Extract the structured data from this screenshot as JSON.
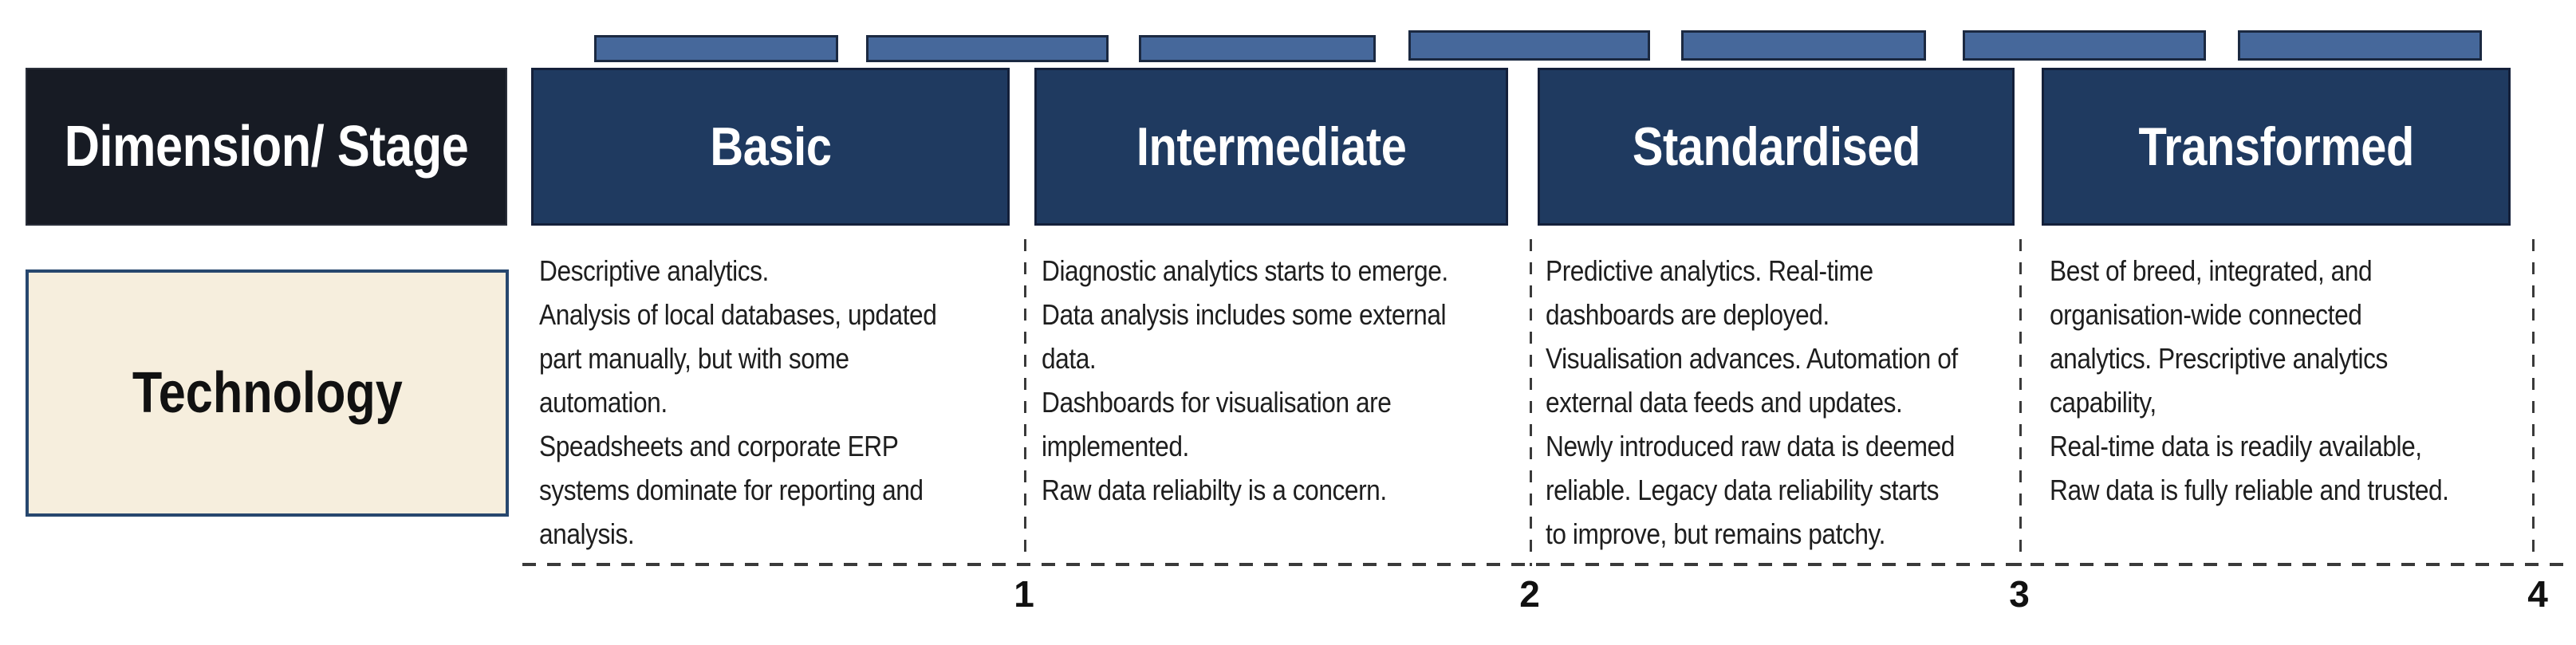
{
  "table": {
    "corner_label": "Dimension/ Stage",
    "stages": [
      {
        "label": "Basic"
      },
      {
        "label": "Intermediate"
      },
      {
        "label": "Standardised"
      },
      {
        "label": "Transformed"
      }
    ],
    "row": {
      "label": "Technology",
      "cells": [
        {
          "text": "Descriptive analytics.\nAnalysis of local databases, updated\npart manually, but with some\nautomation.\nSpeadsheets and corporate ERP\nsystems dominate for reporting and\nanalysis."
        },
        {
          "text": "Diagnostic analytics starts to emerge.\nData analysis includes some external\ndata.\nDashboards for visualisation are\nimplemented.\nRaw data reliabilty is a concern."
        },
        {
          "text": "Predictive analytics. Real-time\ndashboards are deployed.\nVisualisation advances. Automation of\nexternal data feeds and updates.\nNewly introduced raw data is deemed\nreliable. Legacy data reliability starts\nto improve, but remains patchy."
        },
        {
          "text": "Best of breed, integrated, and\norganisation-wide connected\nanalytics. Prescriptive analytics\ncapability,\nReal-time data is readily available,\nRaw data is fully reliable and trusted."
        }
      ]
    }
  },
  "scale": {
    "markers": [
      "1",
      "2",
      "3",
      "4"
    ]
  },
  "decor": {
    "top_bar_count": 7
  },
  "colors": {
    "header_navy": "#1f3a60",
    "header_border": "#14203a",
    "dimension_black": "#171b24",
    "bar_blue": "#46689b",
    "bar_border": "#1b2941",
    "cream": "#f6eedd",
    "cream_border": "#27476e",
    "dash_color": "#3a3a3a",
    "text_color": "#1e1e1e"
  }
}
